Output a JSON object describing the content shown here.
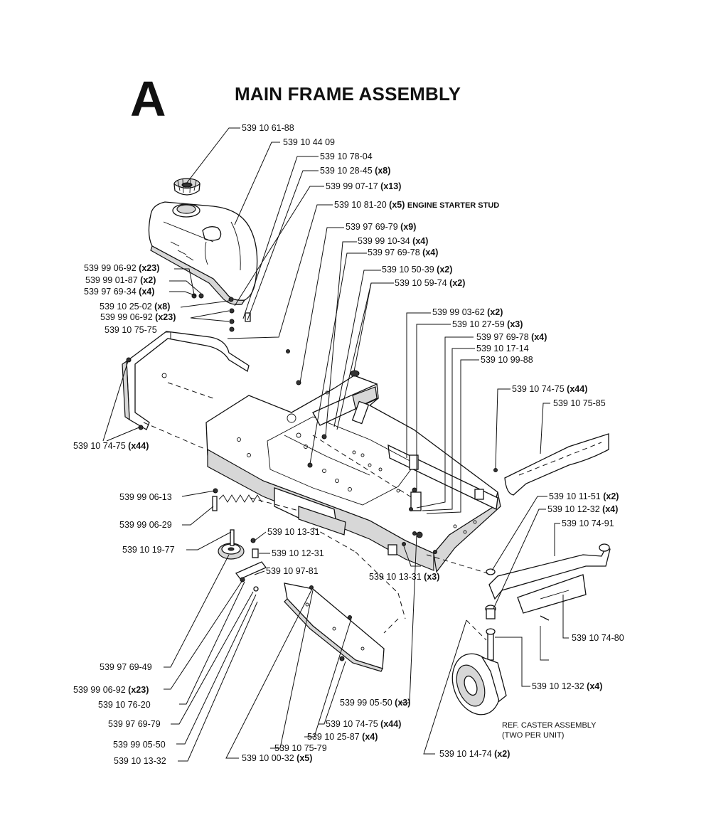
{
  "header": {
    "section_letter": "A",
    "title": "MAIN FRAME ASSEMBLY"
  },
  "callouts": [
    {
      "id": "c01",
      "part": "539 10 61-88",
      "qty": "",
      "note": ""
    },
    {
      "id": "c02",
      "part": "539 10 44 09",
      "qty": "",
      "note": ""
    },
    {
      "id": "c03",
      "part": "539 10 78-04",
      "qty": "",
      "note": ""
    },
    {
      "id": "c04",
      "part": "539 10 28-45",
      "qty": "(x8)",
      "note": ""
    },
    {
      "id": "c05",
      "part": "539 99 07-17",
      "qty": "(x13)",
      "note": ""
    },
    {
      "id": "c06",
      "part": "539 10 81-20",
      "qty": "(x5)",
      "note": "ENGINE STARTER STUD"
    },
    {
      "id": "c07",
      "part": "539 97 69-79",
      "qty": "(x9)",
      "note": ""
    },
    {
      "id": "c08",
      "part": "539 99 10-34",
      "qty": "(x4)",
      "note": ""
    },
    {
      "id": "c09",
      "part": "539 97 69-78",
      "qty": "(x4)",
      "note": ""
    },
    {
      "id": "c10",
      "part": "539 10 50-39",
      "qty": "(x2)",
      "note": ""
    },
    {
      "id": "c11",
      "part": "539 10 59-74",
      "qty": "(x2)",
      "note": ""
    },
    {
      "id": "c12",
      "part": "539 99 06-92",
      "qty": "(x23)",
      "note": ""
    },
    {
      "id": "c13",
      "part": "539 99 01-87",
      "qty": "(x2)",
      "note": ""
    },
    {
      "id": "c14",
      "part": "539 97 69-34",
      "qty": "(x4)",
      "note": ""
    },
    {
      "id": "c15",
      "part": "539 10 25-02",
      "qty": "(x8)",
      "note": ""
    },
    {
      "id": "c16",
      "part": "539 99 06-92",
      "qty": "(x23)",
      "note": ""
    },
    {
      "id": "c17",
      "part": "539 10 75-75",
      "qty": "",
      "note": ""
    },
    {
      "id": "c18",
      "part": "539 99 03-62",
      "qty": "(x2)",
      "note": ""
    },
    {
      "id": "c19",
      "part": "539 10 27-59",
      "qty": "(x3)",
      "note": ""
    },
    {
      "id": "c20",
      "part": "539 97 69-78",
      "qty": "(x4)",
      "note": ""
    },
    {
      "id": "c21",
      "part": "539 10 17-14",
      "qty": "",
      "note": ""
    },
    {
      "id": "c22",
      "part": "539 10 99-88",
      "qty": "",
      "note": ""
    },
    {
      "id": "c23",
      "part": "539 10 74-75",
      "qty": "(x44)",
      "note": ""
    },
    {
      "id": "c24",
      "part": "539 10 75-85",
      "qty": "",
      "note": ""
    },
    {
      "id": "c25",
      "part": "539 10 74-75",
      "qty": "(x44)",
      "note": ""
    },
    {
      "id": "c26",
      "part": "539 99 06-13",
      "qty": "",
      "note": ""
    },
    {
      "id": "c27",
      "part": "539 99 06-29",
      "qty": "",
      "note": ""
    },
    {
      "id": "c28",
      "part": "539 10 19-77",
      "qty": "",
      "note": ""
    },
    {
      "id": "c29",
      "part": "539 10 13-31",
      "qty": "",
      "note": ""
    },
    {
      "id": "c30",
      "part": "539 10 12-31",
      "qty": "",
      "note": ""
    },
    {
      "id": "c31",
      "part": "539 10 97-81",
      "qty": "",
      "note": ""
    },
    {
      "id": "c32",
      "part": "539 10 13-31",
      "qty": "(x3)",
      "note": ""
    },
    {
      "id": "c33",
      "part": "539 10 11-51",
      "qty": "(x2)",
      "note": ""
    },
    {
      "id": "c34",
      "part": "539 10 12-32",
      "qty": "(x4)",
      "note": ""
    },
    {
      "id": "c35",
      "part": "539 10 74-91",
      "qty": "",
      "note": ""
    },
    {
      "id": "c36",
      "part": "539 10 74-80",
      "qty": "",
      "note": ""
    },
    {
      "id": "c37",
      "part": "539 97 69-49",
      "qty": "",
      "note": ""
    },
    {
      "id": "c38",
      "part": "539 99 06-92",
      "qty": "(x23)",
      "note": ""
    },
    {
      "id": "c39",
      "part": "539 10 76-20",
      "qty": "",
      "note": ""
    },
    {
      "id": "c40",
      "part": "539 97 69-79",
      "qty": "",
      "note": ""
    },
    {
      "id": "c41",
      "part": "539 99 05-50",
      "qty": "",
      "note": ""
    },
    {
      "id": "c42",
      "part": "539 10 13-32",
      "qty": "",
      "note": ""
    },
    {
      "id": "c43",
      "part": "539 10 12-32",
      "qty": "(x4)",
      "note": ""
    },
    {
      "id": "c44",
      "part": "539 99 05-50",
      "qty": "(x3)",
      "note": ""
    },
    {
      "id": "c45",
      "part": "539 10 74-75",
      "qty": "(x44)",
      "note": ""
    },
    {
      "id": "c46",
      "part": "539 10 25-87",
      "qty": "(x4)",
      "note": ""
    },
    {
      "id": "c47",
      "part": "539 10 75-79",
      "qty": "",
      "note": ""
    },
    {
      "id": "c48",
      "part": "539 10 00-32",
      "qty": "(x5)",
      "note": ""
    },
    {
      "id": "c49",
      "part": "539 10 14-74",
      "qty": "(x2)",
      "note": ""
    }
  ],
  "reference_note": {
    "line1": "REF. CASTER ASSEMBLY",
    "line2": "(TWO PER UNIT)"
  }
}
